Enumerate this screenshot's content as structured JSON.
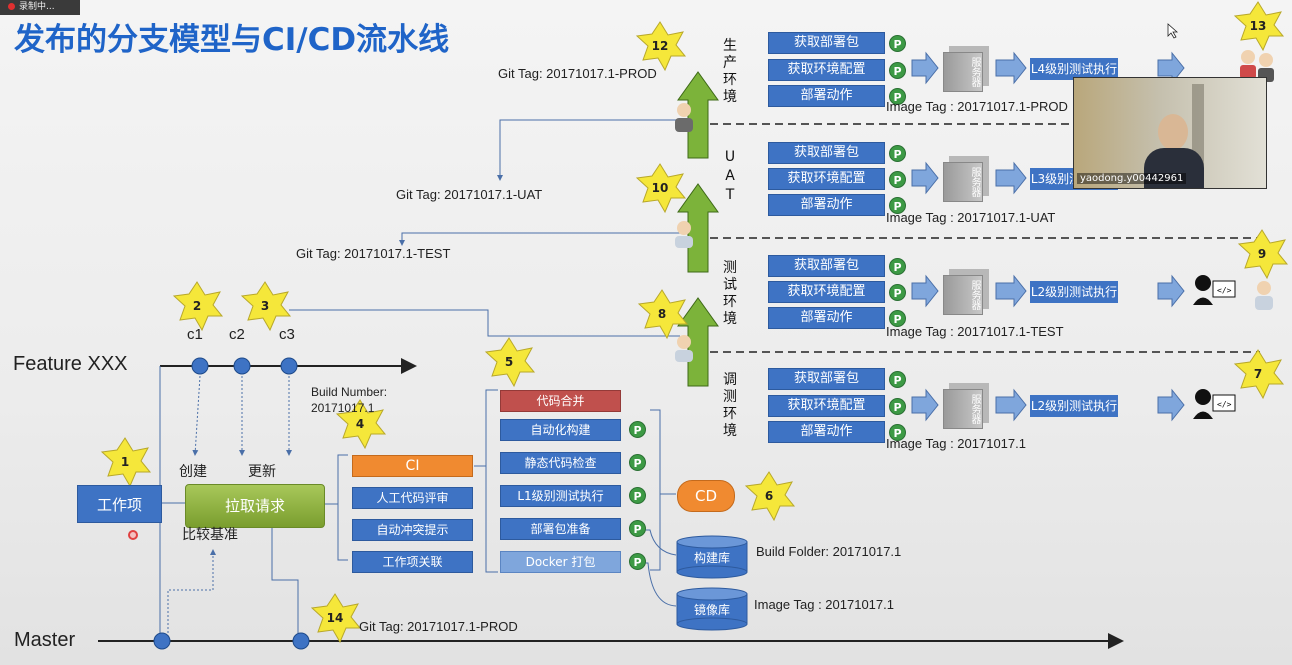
{
  "header": {
    "recording_label": "录制中...",
    "title": "发布的分支模型与CI/CD流水线"
  },
  "branches": {
    "feature": "Feature XXX",
    "master": "Master",
    "commits": [
      "c1",
      "c2",
      "c3"
    ]
  },
  "left": {
    "work_item": "工作项",
    "pull_request": "拉取请求",
    "create": "创建",
    "update": "更新",
    "compare_baseline": "比较基准",
    "build_number_label": "Build Number:",
    "build_number_value": "20171017.1"
  },
  "ci": {
    "ci_label": "CI",
    "checks": [
      "人工代码评审",
      "自动冲突提示",
      "工作项关联"
    ],
    "merge": "代码合并",
    "steps": [
      "自动化构建",
      "静态代码检查",
      "L1级别测试执行",
      "部署包准备",
      "Docker 打包"
    ],
    "cd_label": "CD",
    "build_repo": "构建库",
    "image_repo": "镜像库",
    "build_folder": "Build Folder: 20171017.1",
    "image_tag": "Image Tag : 20171017.1"
  },
  "environments": [
    {
      "name": [
        "生",
        "产",
        "环",
        "境"
      ],
      "actions": [
        "获取部署包",
        "获取环境配置",
        "部署动作"
      ],
      "server": "服务器",
      "level": "L4级别测试执行",
      "image_tag": "Image Tag : 20171017.1-PROD"
    },
    {
      "name": [
        "U",
        "A",
        "T"
      ],
      "actions": [
        "获取部署包",
        "获取环境配置",
        "部署动作"
      ],
      "server": "服务器",
      "level": "L3级别测试执行",
      "image_tag": "Image Tag : 20171017.1-UAT"
    },
    {
      "name": [
        "测",
        "试",
        "环",
        "境"
      ],
      "actions": [
        "获取部署包",
        "获取环境配置",
        "部署动作"
      ],
      "server": "服务器",
      "level": "L2级别测试执行",
      "image_tag": "Image Tag : 20171017.1-TEST"
    },
    {
      "name": [
        "调",
        "测",
        "环",
        "境"
      ],
      "actions": [
        "获取部署包",
        "获取环境配置",
        "部署动作"
      ],
      "server": "服务器",
      "level": "L2级别测试执行",
      "image_tag": "Image Tag : 20171017.1"
    }
  ],
  "git_tags": {
    "prod": "Git Tag: 20171017.1-PROD",
    "uat": "Git Tag: 20171017.1-UAT",
    "test": "Git Tag: 20171017.1-TEST",
    "master_prod": "Git Tag: 20171017.1-PROD"
  },
  "p_label": "P",
  "steps": [
    "1",
    "2",
    "3",
    "4",
    "5",
    "6",
    "7",
    "8",
    "9",
    "10",
    "12",
    "13",
    "14"
  ],
  "webcam": {
    "name": "yaodong.y00442961"
  },
  "colors": {
    "title": "#1f64c8",
    "box": "#3e73c4",
    "ci": "#f08a30",
    "merge": "#c0504d",
    "pr": "#8db33a",
    "star": "#f5e73a",
    "arrow_green": "#7cb33a",
    "p_green": "#3d9a45"
  }
}
